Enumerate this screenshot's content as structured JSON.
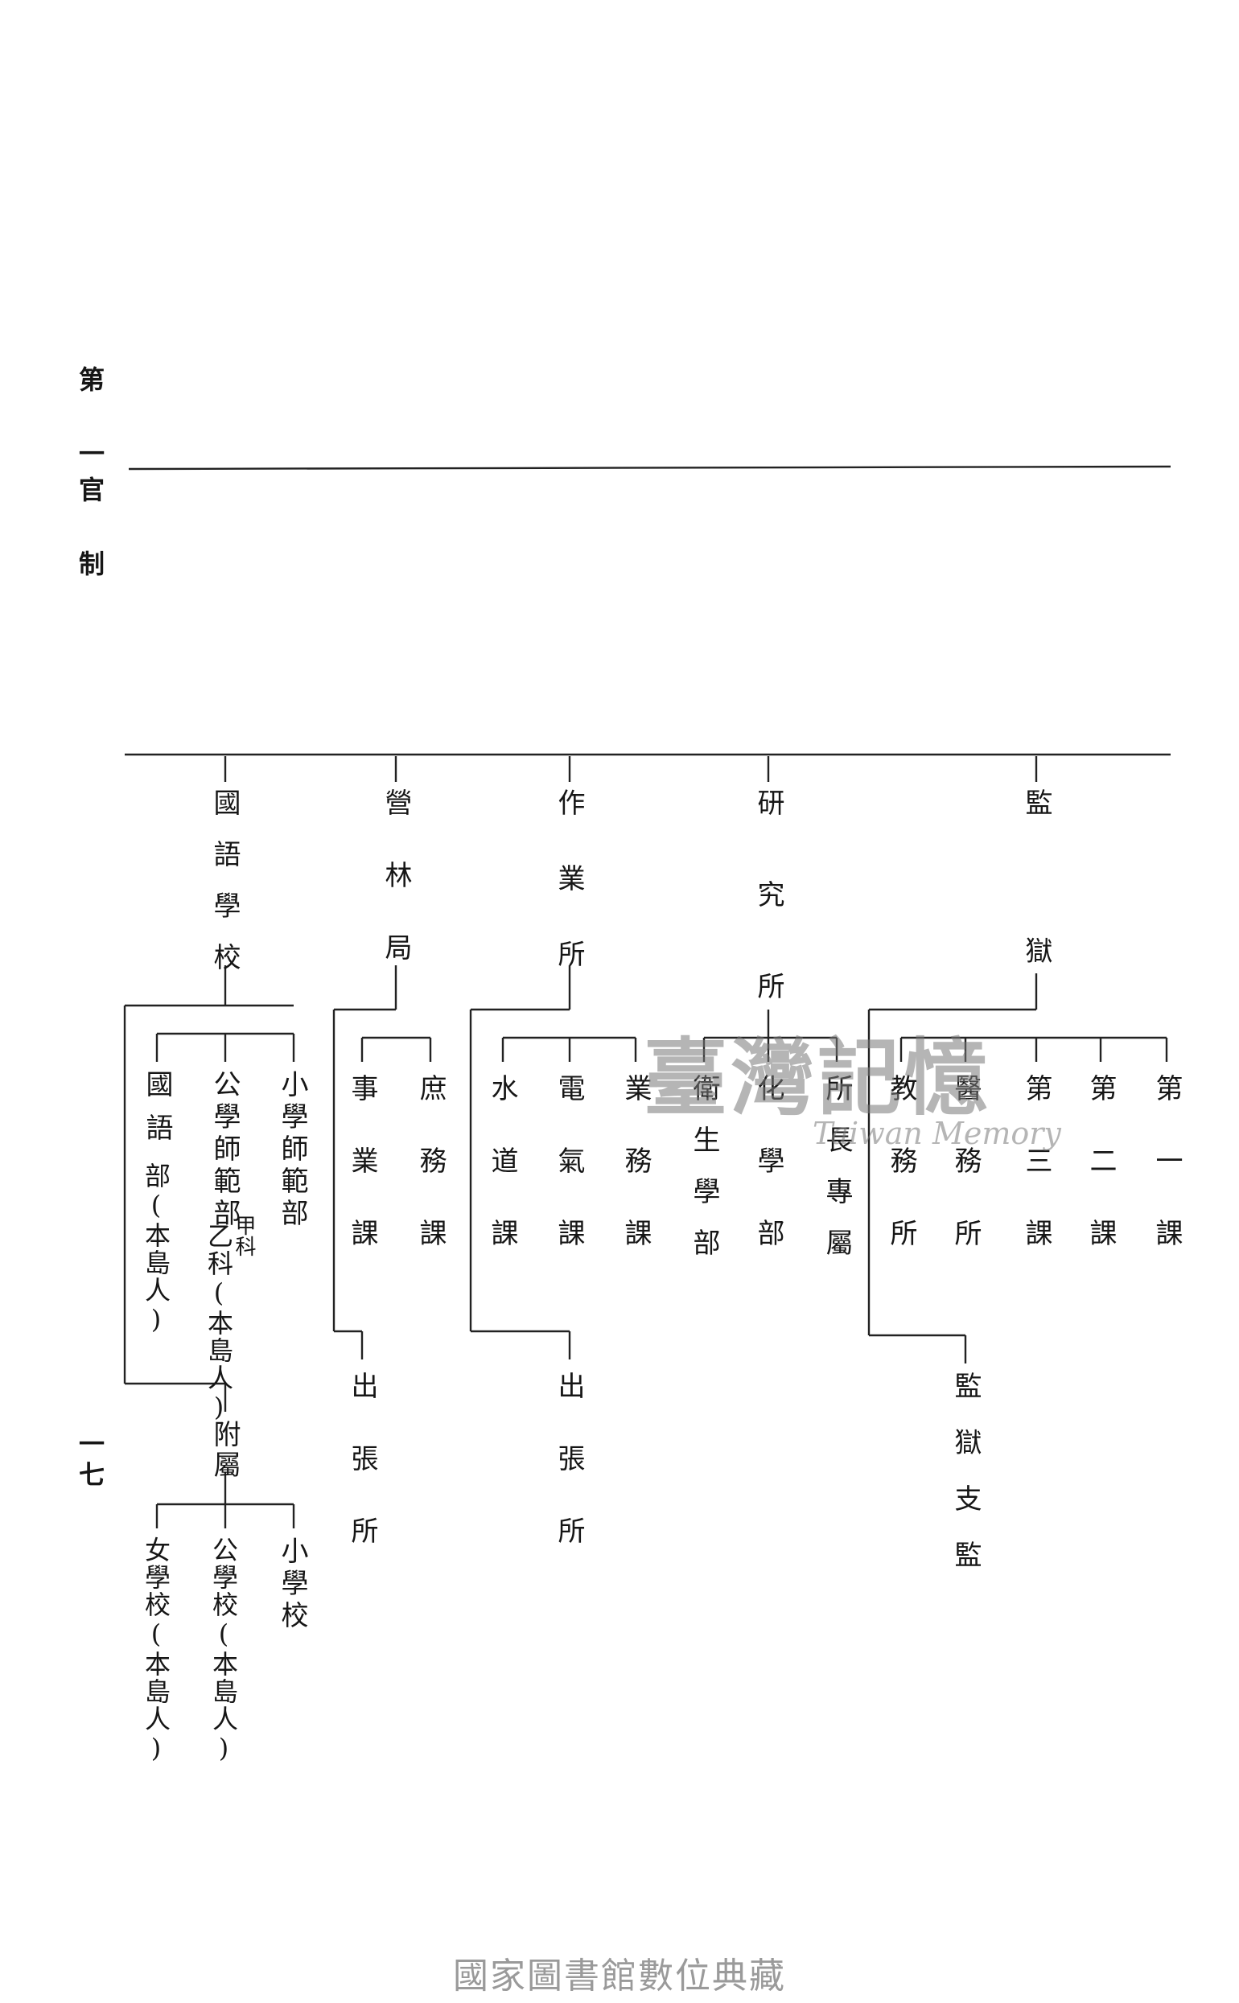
{
  "header": {
    "chapter": "第一",
    "section": "官制"
  },
  "page_number": "一七",
  "org_chart": {
    "kokugo_gakko": {
      "name": "國語學校",
      "children": {
        "shogaku_shihan": "小學師範部",
        "kogaku_shihan": "公學師範部",
        "kogaku_shihan_ko": "甲科",
        "kogaku_shihan_otsu": "乙科(本島人)",
        "kokugo_bu": "國語",
        "kokugo_bu2": "部(本島人)"
      },
      "fuzoku": {
        "name": "附屬",
        "children": {
          "shogakko": "小學校",
          "kogakko": "公學校(本島人)",
          "jogakko": "女學校(本島人)"
        }
      }
    },
    "eirin_kyoku": {
      "name": "營林局",
      "children": {
        "shomu_ka": "庶務課",
        "jigyo_ka": "事業課"
      },
      "branch": "出張所"
    },
    "sagyo_sho": {
      "name": "作業所",
      "children": {
        "gyomu_ka": "業務課",
        "denki_ka": "電氣課",
        "suido_ka": "水道課"
      },
      "branch": "出張所"
    },
    "kenkyu_sho": {
      "name": "研究所",
      "children": {
        "shocho_senzoku": "所長專屬",
        "kagaku_bu": "化學部",
        "eisei_gaku_bu": "衛生學部"
      }
    },
    "kangoku": {
      "name": "監獄",
      "children": {
        "dai1_ka": "第一課",
        "dai2_ka": "第二課",
        "dai3_ka": "第三課",
        "imu_sho": "醫務所",
        "kyomu_sho": "教務所"
      },
      "branch": "監獄支監"
    }
  },
  "watermark": {
    "title": "臺灣記憶",
    "subtitle": "Taiwan Memory"
  },
  "footer": {
    "credit": "國家圖書館數位典藏"
  }
}
